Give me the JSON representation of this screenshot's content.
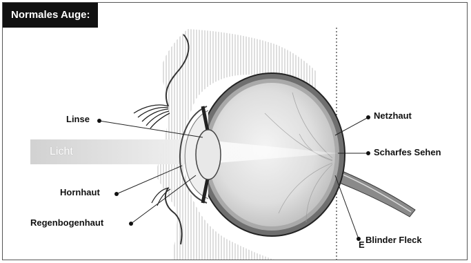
{
  "title": "Normales Auge:",
  "beam_label": "Licht",
  "labels": {
    "linse": "Linse",
    "hornhaut": "Hornhaut",
    "regenbogenhaut": "Regenbogenhaut",
    "netzhaut": "Netzhaut",
    "scharfes_sehen": "Scharfes Sehen",
    "blinder_fleck": "Blinder Fleck",
    "e_marker": "E"
  }
}
